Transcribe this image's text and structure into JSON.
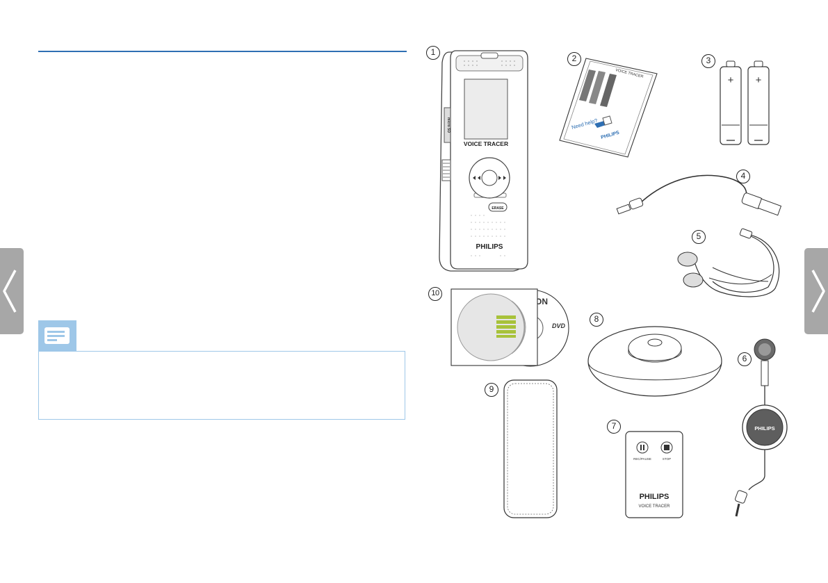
{
  "callouts": [
    "1",
    "2",
    "3",
    "4",
    "5",
    "6",
    "7",
    "8",
    "9",
    "10"
  ],
  "recorder": {
    "brand_label": "VOICE TRACER",
    "logo": "PHILIPS",
    "erase_label": "ERASE",
    "card_label": "micro SD"
  },
  "manual": {
    "title": "VOICE TRACER",
    "help_text": "Need help?",
    "logo": "PHILIPS"
  },
  "cd": {
    "brand_fragment": "AGON",
    "dvd_label": "DVD"
  },
  "earphone_logo": "PHILIPS",
  "remote": {
    "rec_label": "REC/PAUSE",
    "stop_label": "STOP",
    "logo": "PHILIPS",
    "brand_label": "VOICE TRACER"
  },
  "icons": {
    "nav_left": "chevron-left-icon",
    "nav_right": "chevron-right-icon",
    "note": "note-icon"
  },
  "colors": {
    "accent_blue": "#2e6fb3",
    "note_blue": "#9ec7e8",
    "nav_gray": "#a7a7a7",
    "cd_green": "#a8c23a"
  }
}
